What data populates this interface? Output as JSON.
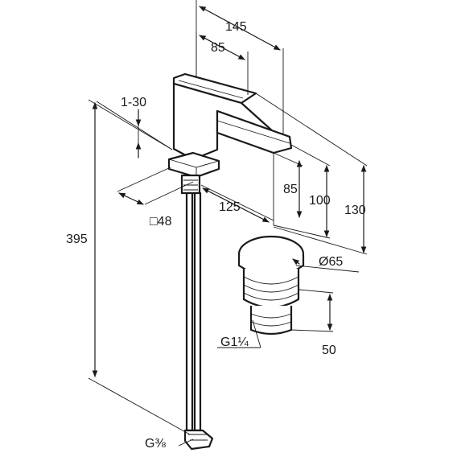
{
  "dimensions": {
    "width_145": "145",
    "spout_85": "85",
    "adjust_1_30": "1-30",
    "square_48": "□48",
    "reach_125": "125",
    "height_85": "85",
    "height_100": "100",
    "height_130": "130",
    "total_395": "395",
    "waste_dia": "Ø65",
    "waste_thread": "G1¼",
    "waste_50": "50",
    "hose_thread": "G⅜"
  }
}
